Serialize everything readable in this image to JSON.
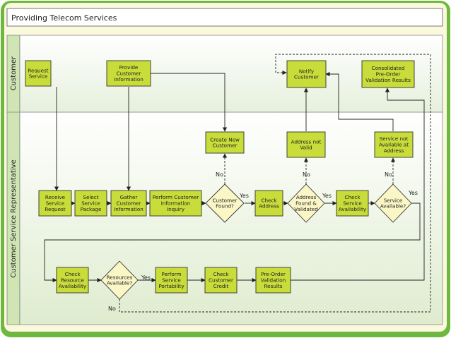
{
  "title": "Providing Telecom Services",
  "lanes": {
    "customer": "Customer",
    "rep": "Customer Service Representative"
  },
  "nodes": {
    "request_service": [
      "Request",
      "Service"
    ],
    "provide_info": [
      "Provide",
      "Customer",
      "Information"
    ],
    "notify_customer": [
      "Notify",
      "Customer"
    ],
    "consolidated": [
      "Consolidated",
      "Pre-Order",
      "Validation Results"
    ],
    "create_customer": [
      "Create New",
      "Customer"
    ],
    "address_not_valid": [
      "Address not",
      "Valid"
    ],
    "service_not_available": [
      "Service not",
      "Available at",
      "Address"
    ],
    "receive_request": [
      "Receive",
      "Service",
      "Request"
    ],
    "select_package": [
      "Select",
      "Service",
      "Package"
    ],
    "gather_info": [
      "Gather",
      "Customer",
      "Information"
    ],
    "perform_inquiry": [
      "Perform Customer",
      "Information",
      "Inquiry"
    ],
    "customer_found": [
      "Customer",
      "Found?"
    ],
    "check_address": [
      "Check",
      "Address"
    ],
    "address_found": [
      "Address",
      "Found &",
      "Validated"
    ],
    "check_service": [
      "Check",
      "Service",
      "Availability"
    ],
    "service_available": [
      "Service",
      "Available?"
    ],
    "check_resource": [
      "Check",
      "Resource",
      "Availability"
    ],
    "resources_available": [
      "Resources",
      "Available?"
    ],
    "perform_portability": [
      "Perform",
      "Service",
      "Portability"
    ],
    "check_credit": [
      "Check",
      "Customer",
      "Credit"
    ],
    "preorder_validation": [
      "Pre-Order",
      "Validation",
      "Results"
    ]
  },
  "labels": {
    "yes": "Yes",
    "no": "No"
  },
  "colors": {
    "frame": "#6fb83f",
    "header_fill": "#fbf9dd",
    "lane_header": "#cfe6b4",
    "lane_bg": "#eef5e6",
    "box_fill": "#c8dc3a",
    "diamond_fill": "#fbf6c6"
  }
}
